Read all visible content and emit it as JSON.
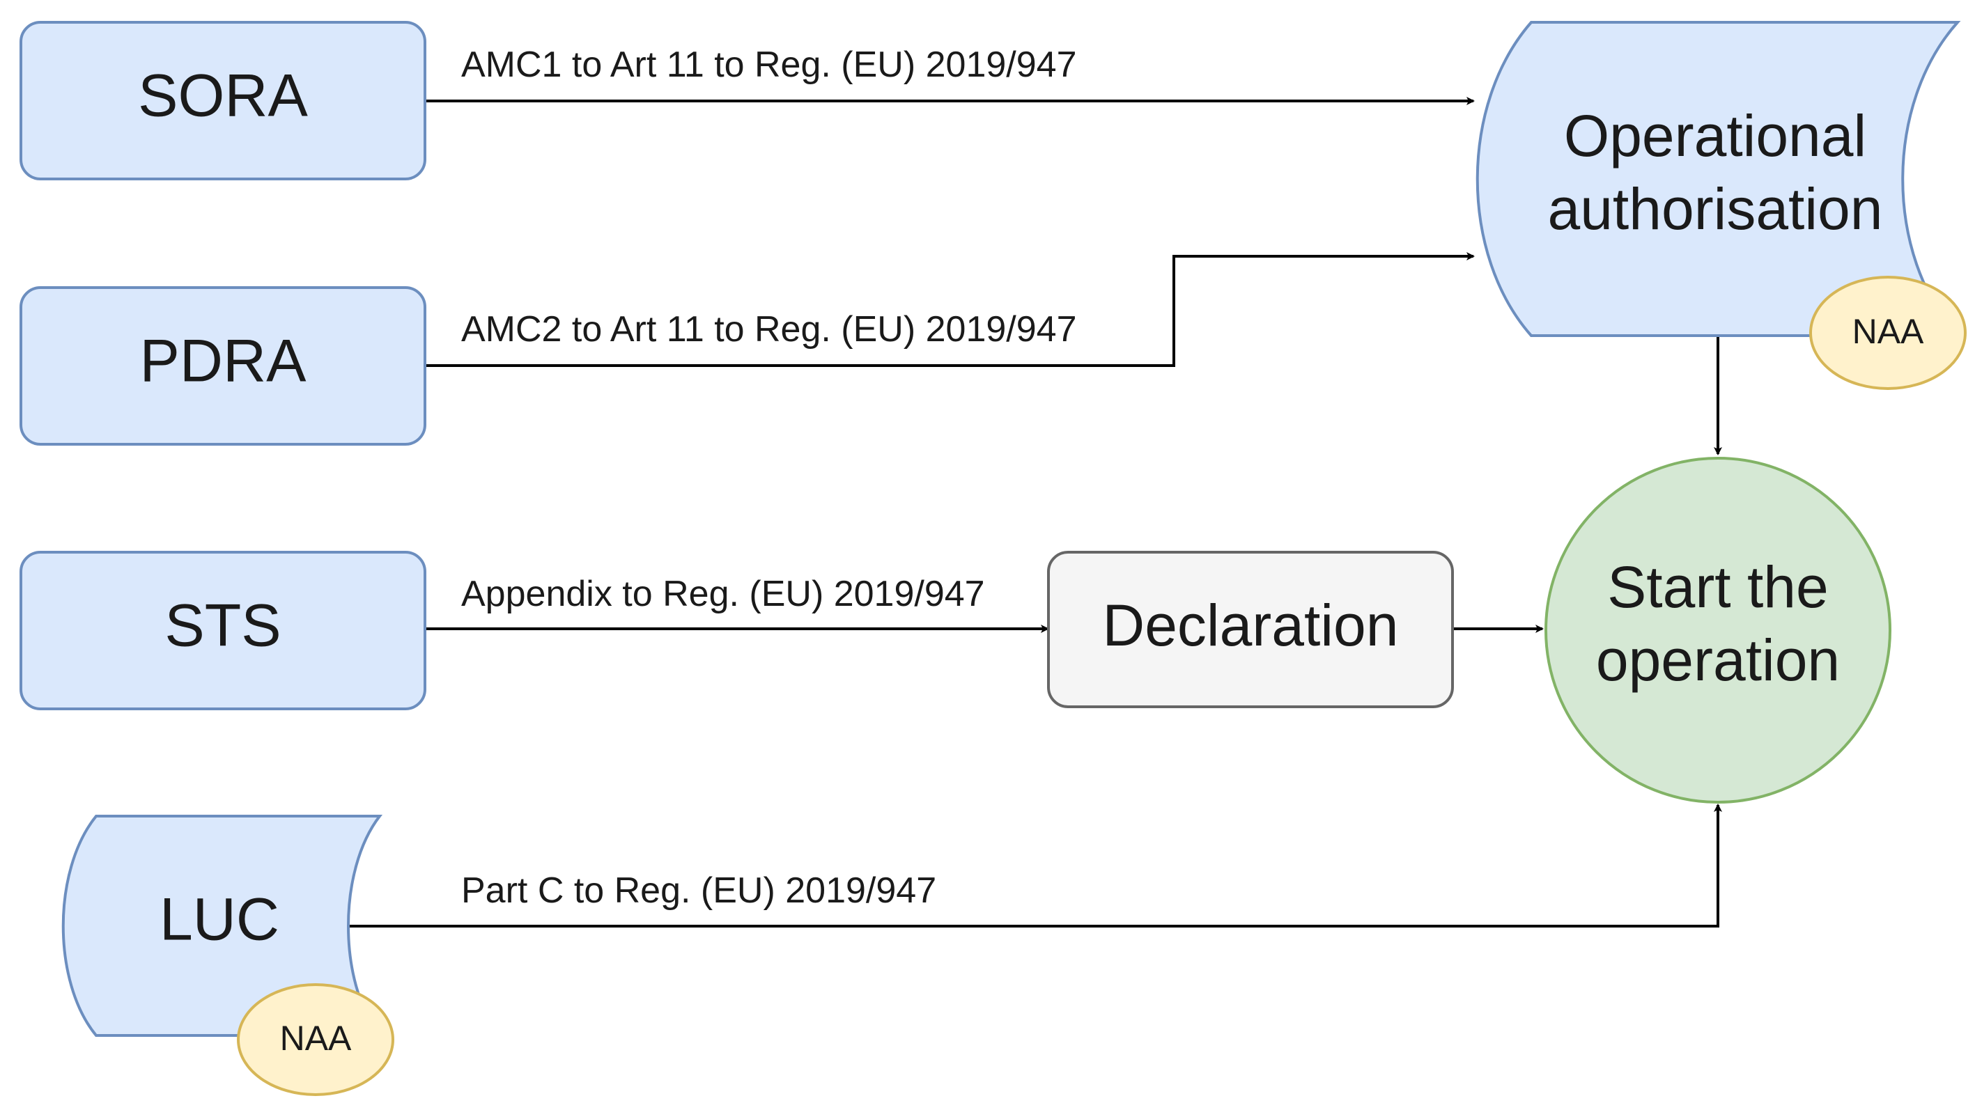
{
  "colors": {
    "blue_fill": "#dae8fc",
    "blue_stroke": "#6c8ebf",
    "grey_fill": "#f5f5f5",
    "grey_stroke": "#666666",
    "green_fill": "#d5e8d4",
    "green_stroke": "#82b366",
    "yellow_fill": "#fff2cc",
    "yellow_stroke": "#d6b656",
    "edge": "#000000"
  },
  "nodes": {
    "sora": "SORA",
    "pdra": "PDRA",
    "sts": "STS",
    "luc": "LUC",
    "declaration": "Declaration",
    "operational_authorisation": [
      "Operational",
      "authorisation"
    ],
    "start_operation": [
      "Start the",
      "operation"
    ]
  },
  "badges": {
    "authorisation_naa": "NAA",
    "luc_naa": "NAA"
  },
  "edges": {
    "sora_to_authorisation": "AMC1 to Art 11 to Reg. (EU) 2019/947",
    "pdra_to_authorisation": "AMC2 to Art 11 to Reg. (EU) 2019/947",
    "sts_to_declaration": "Appendix to Reg. (EU) 2019/947",
    "luc_to_start": "Part C to Reg. (EU) 2019/947"
  }
}
